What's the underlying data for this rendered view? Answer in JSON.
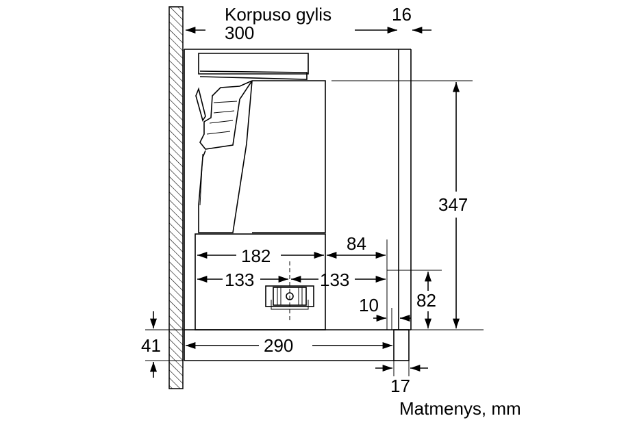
{
  "diagram": {
    "cabinet_depth_label_line1": "Korpuso gylis",
    "cabinet_depth_label_line2": "300",
    "dim_top_right": "16",
    "dim_height_right": "347",
    "dim_width_unit": "182",
    "dim_front_gap": "84",
    "dim_left_half": "133",
    "dim_right_half": "133",
    "dim_offset_small": "10",
    "dim_height_lower": "82",
    "dim_base_height": "41",
    "dim_base_width": "290",
    "dim_front_panel": "17",
    "units_caption": "Matmenys, mm"
  }
}
